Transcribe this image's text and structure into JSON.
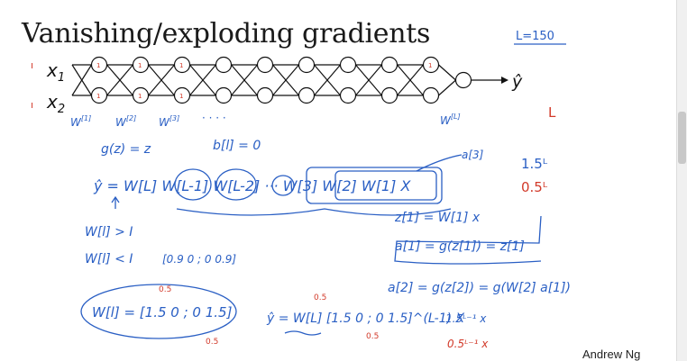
{
  "slide": {
    "title": "Vanishing/exploding gradients",
    "credit": "Andrew Ng",
    "network": {
      "inputs": [
        "x",
        "x"
      ],
      "input_subscripts": [
        "1",
        "2"
      ],
      "output": "ŷ",
      "weight_label": "W",
      "weight_superscripts": [
        "[1]",
        "[2]",
        "[3]",
        "[L]"
      ],
      "dots": "· · · ·"
    },
    "notes": {
      "layers": "L=150",
      "big_L": "L",
      "g_linear": "g(z) = z",
      "b_zero": "b[l] = 0",
      "yhat_product": "ŷ = W[L] W[L-1] W[L-2] ··· W[3] W[2] W[1] X",
      "a3_label": "a[3]",
      "exp_growth": "1.5ᴸ",
      "exp_decay": "0.5ᴸ",
      "z1": "z[1] = W[1] x",
      "a1": "a[1] = g(z[1]) = z[1]",
      "a2": "a[2] = g(z[2]) = g(W[2] a[1])",
      "w_gt_i": "W[l] > I",
      "w_lt_i": "W[l] < I",
      "matrix_09": "[0.9  0 ; 0  0.9]",
      "w_matrix": "W[l] = [1.5 0 ; 0 1.5]",
      "yhat_matrix": "ŷ = W[L] [1.5 0 ; 0 1.5]^(L-1) X",
      "growth_x": "1.5ᴸ⁻¹ x",
      "decay_x": "0.5ᴸ⁻¹ x"
    }
  },
  "colors": {
    "ink": "#111111",
    "pen_blue": "#2a5fc4",
    "pen_red": "#d23a2a",
    "background": "#ffffff"
  }
}
